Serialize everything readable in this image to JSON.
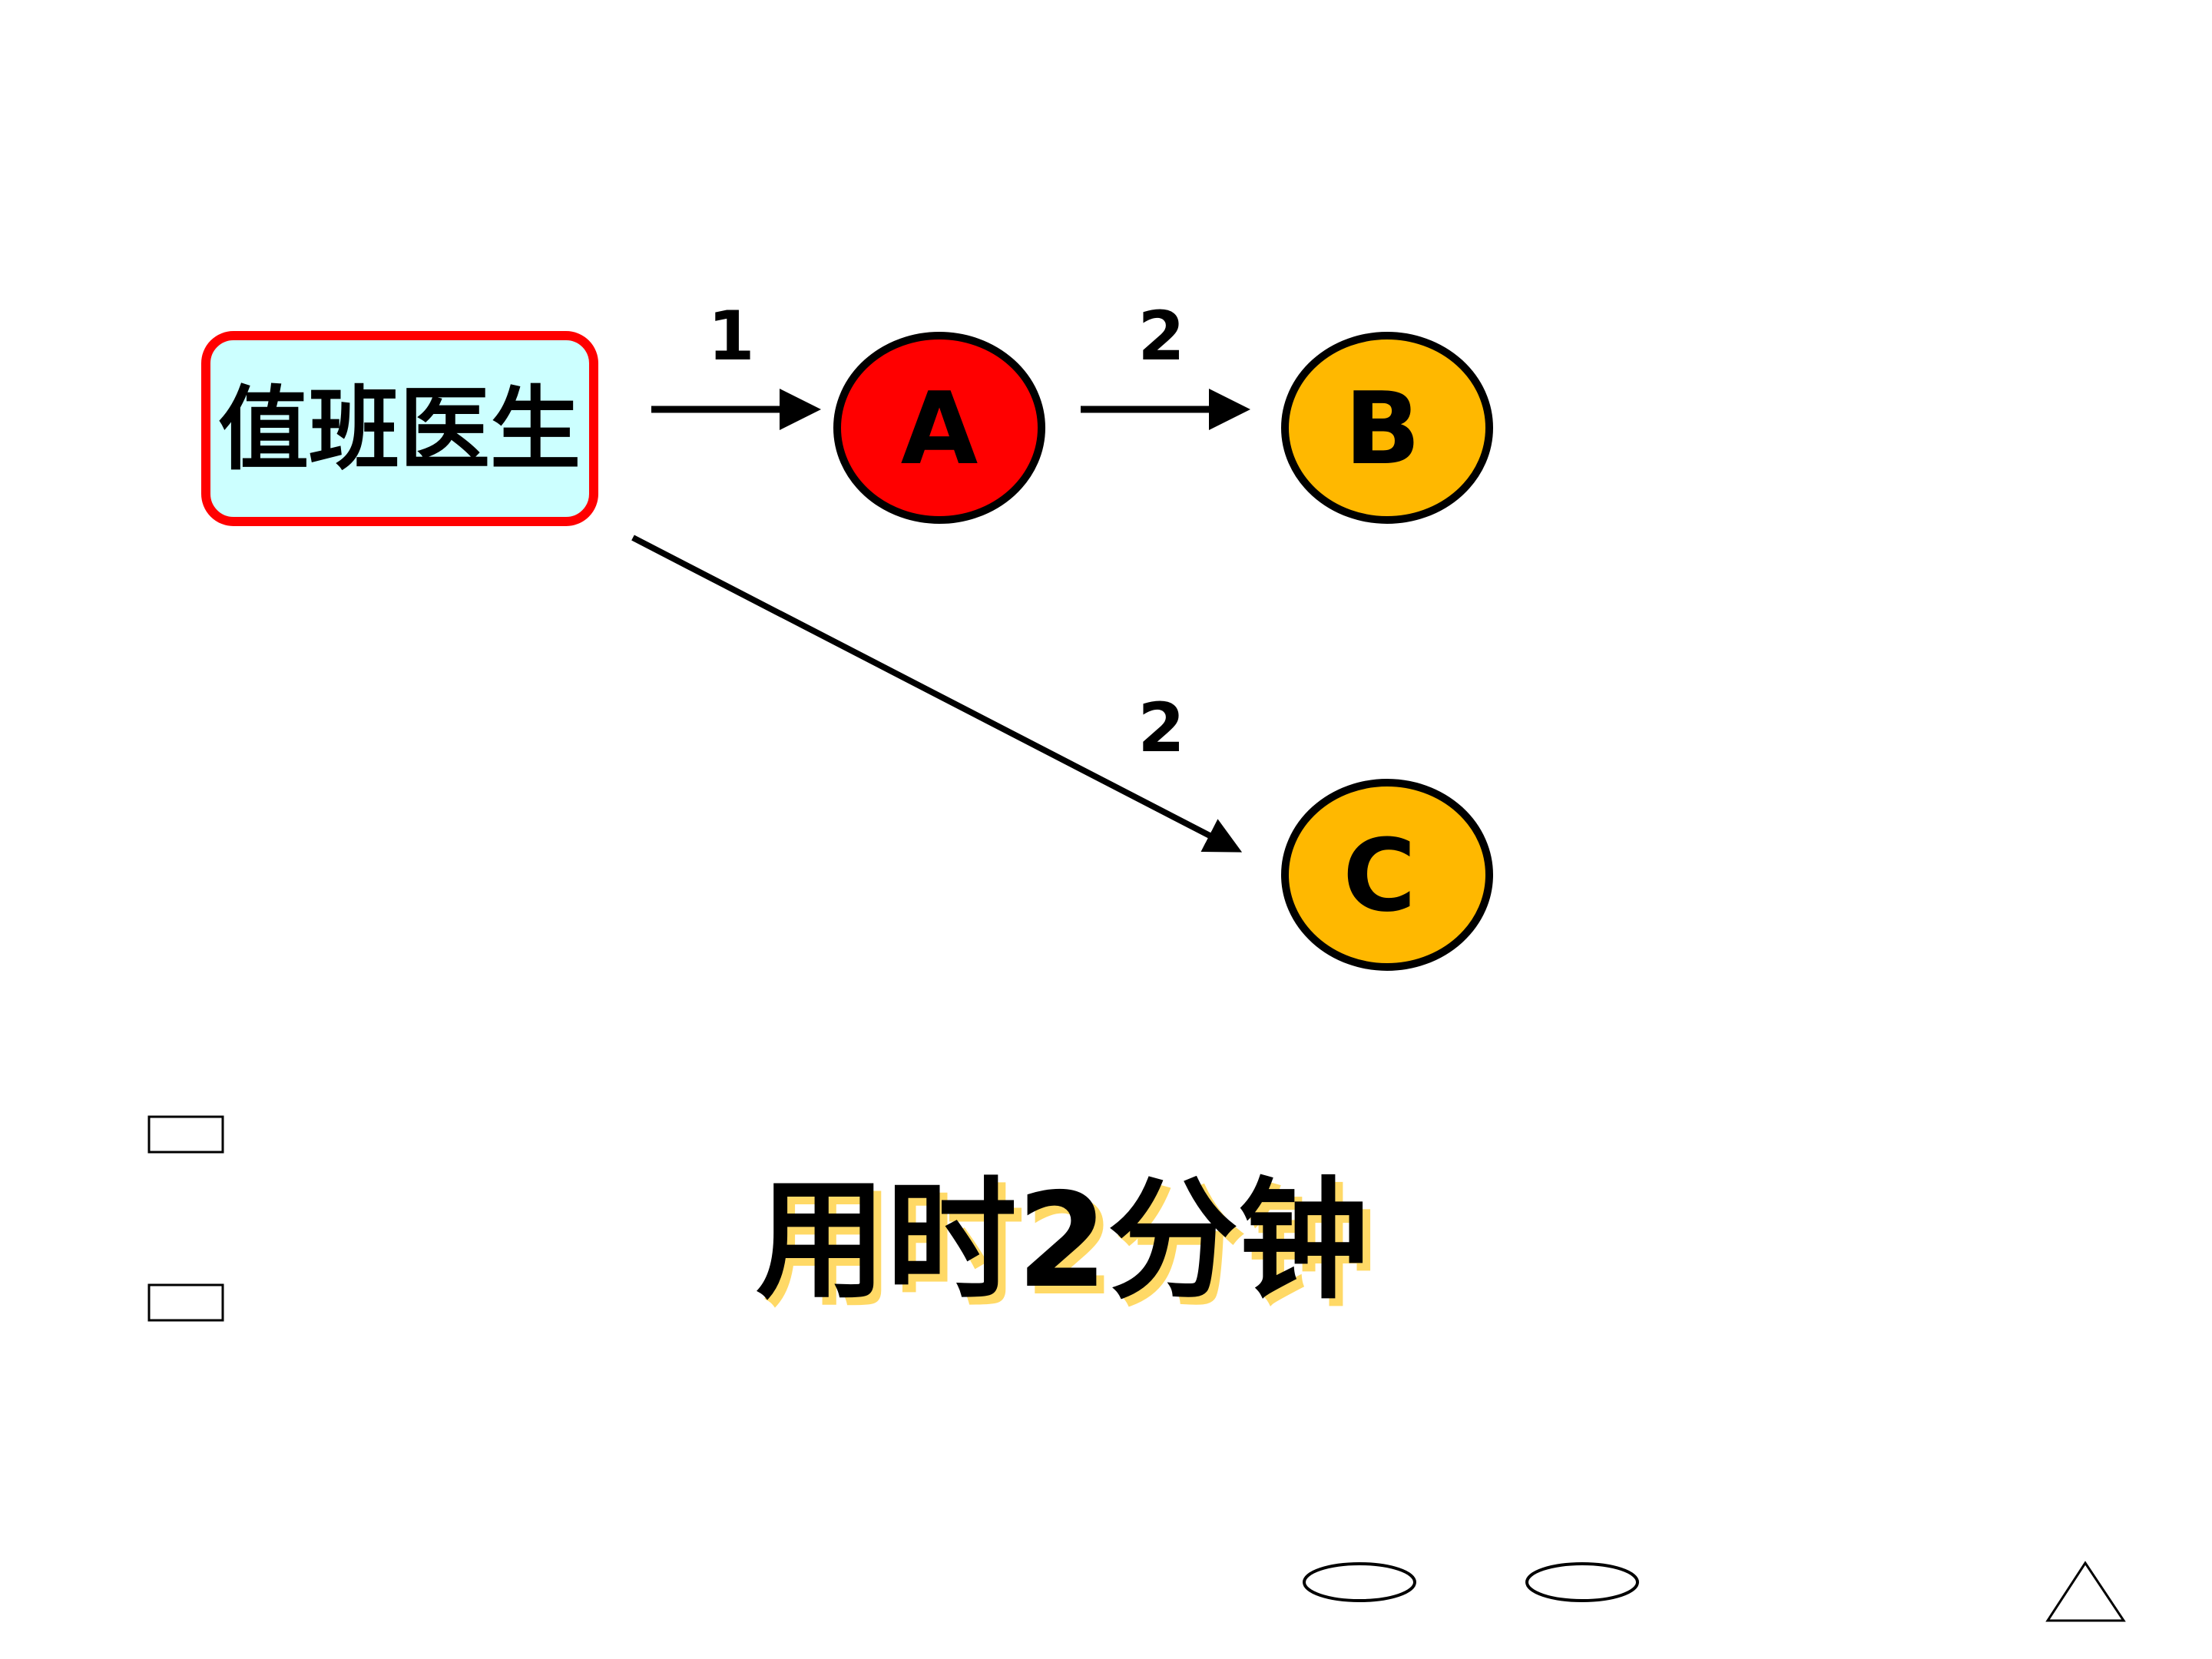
{
  "diagram": {
    "source_node": {
      "label": "值班医生",
      "fill": "#ccffff",
      "border": "#ff0000"
    },
    "nodes": [
      {
        "id": "A",
        "label": "A",
        "fill": "#ff0000",
        "border": "#000000"
      },
      {
        "id": "B",
        "label": "B",
        "fill": "#ffb800",
        "border": "#000000"
      },
      {
        "id": "C",
        "label": "C",
        "fill": "#ffb800",
        "border": "#000000"
      }
    ],
    "edges": [
      {
        "from": "值班医生",
        "to": "A",
        "label": "1"
      },
      {
        "from": "A",
        "to": "B",
        "label": "2"
      },
      {
        "from": "值班医生",
        "to": "C",
        "label": "2"
      }
    ],
    "summary": "用时2分钟",
    "summary_shadow_color": "#ffd966"
  },
  "placeholders": {
    "small_rects": 2,
    "small_ellipses": 2,
    "triangles": 1
  }
}
